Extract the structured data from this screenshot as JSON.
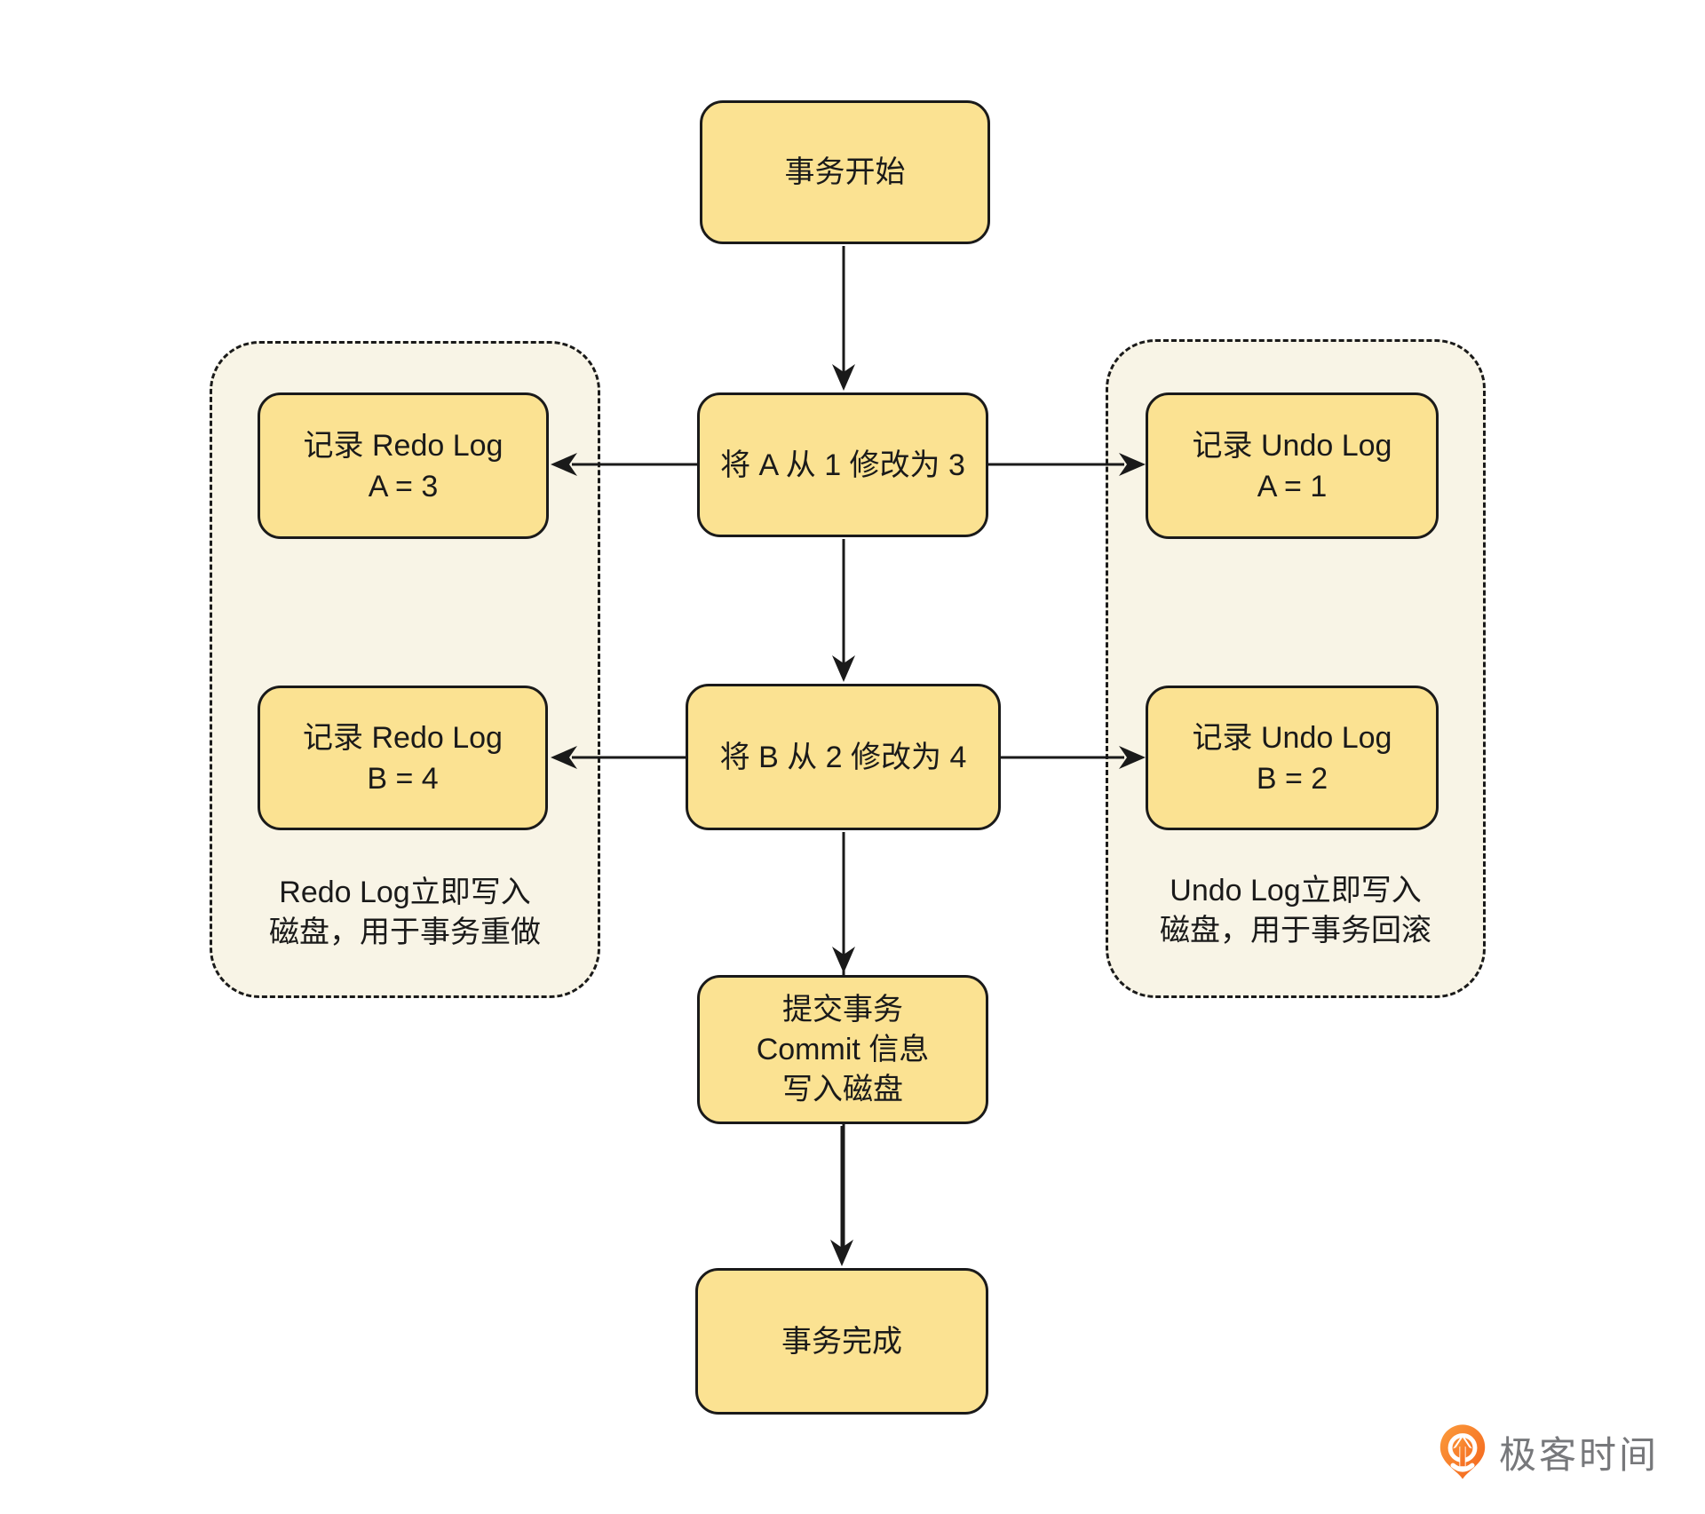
{
  "diagram": {
    "type": "flowchart",
    "nodes": {
      "start": {
        "label": "事务开始"
      },
      "modify_a": {
        "label": "将 A 从 1 修改为 3"
      },
      "redo_a": {
        "line1": "记录 Redo Log",
        "line2": "A = 3"
      },
      "undo_a": {
        "line1": "记录 Undo Log",
        "line2": "A = 1"
      },
      "modify_b": {
        "label": "将 B 从 2 修改为 4"
      },
      "redo_b": {
        "line1": "记录 Redo Log",
        "line2": "B = 4"
      },
      "undo_b": {
        "line1": "记录 Undo Log",
        "line2": "B = 2"
      },
      "commit": {
        "line1": "提交事务",
        "line2": "Commit 信息",
        "line3": "写入磁盘"
      },
      "done": {
        "label": "事务完成"
      }
    },
    "groups": {
      "redo": {
        "caption_line1": "Redo Log立即写入",
        "caption_line2": "磁盘，用于事务重做"
      },
      "undo": {
        "caption_line1": "Undo Log立即写入",
        "caption_line2": "磁盘，用于事务回滚"
      }
    },
    "colors": {
      "node_fill": "#FBE292",
      "group_fill": "#F8F4E6",
      "stroke": "#1A1A1A",
      "background": "#FFFFFF"
    }
  },
  "footer": {
    "brand_name": "极客时间",
    "brand_text_color": "#77787B",
    "logo_orange_light": "#FB9C3C",
    "logo_orange_dark": "#F4631C"
  }
}
